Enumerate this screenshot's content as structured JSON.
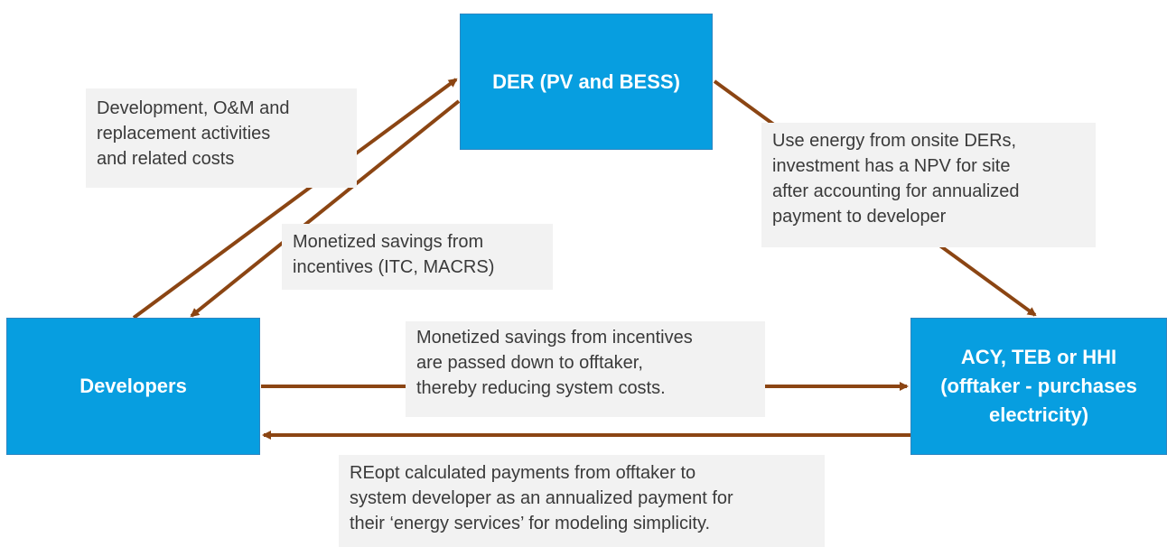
{
  "nodes": {
    "der": {
      "label": "DER (PV and BESS)"
    },
    "developers": {
      "label": "Developers"
    },
    "offtaker": {
      "lines": [
        "ACY, TEB or HHI",
        "(offtaker - purchases",
        "electricity)"
      ]
    }
  },
  "notes": {
    "development": {
      "lines": [
        "Development, O&M and",
        "replacement activities",
        "and related costs"
      ]
    },
    "savings": {
      "lines": [
        "Monetized savings from",
        "incentives (ITC, MACRS)"
      ]
    },
    "use_energy": {
      "lines": [
        "Use energy from onsite DERs,",
        "investment has a  NPV for site",
        "after accounting for annualized",
        "payment to developer"
      ]
    },
    "passed_down": {
      "lines": [
        "Monetized savings from incentives",
        "are passed down to offtaker,",
        "thereby reducing system costs."
      ]
    },
    "reopt": {
      "lines": [
        "REopt calculated payments from offtaker to",
        "system developer as an annualized payment for",
        "their ‘energy services’ for modeling simplicity."
      ]
    }
  },
  "colors": {
    "node_fill": "#079ee0",
    "arrow": "#8b4513",
    "note_fill": "#f2f2f2",
    "note_text": "#3a3a3a"
  }
}
